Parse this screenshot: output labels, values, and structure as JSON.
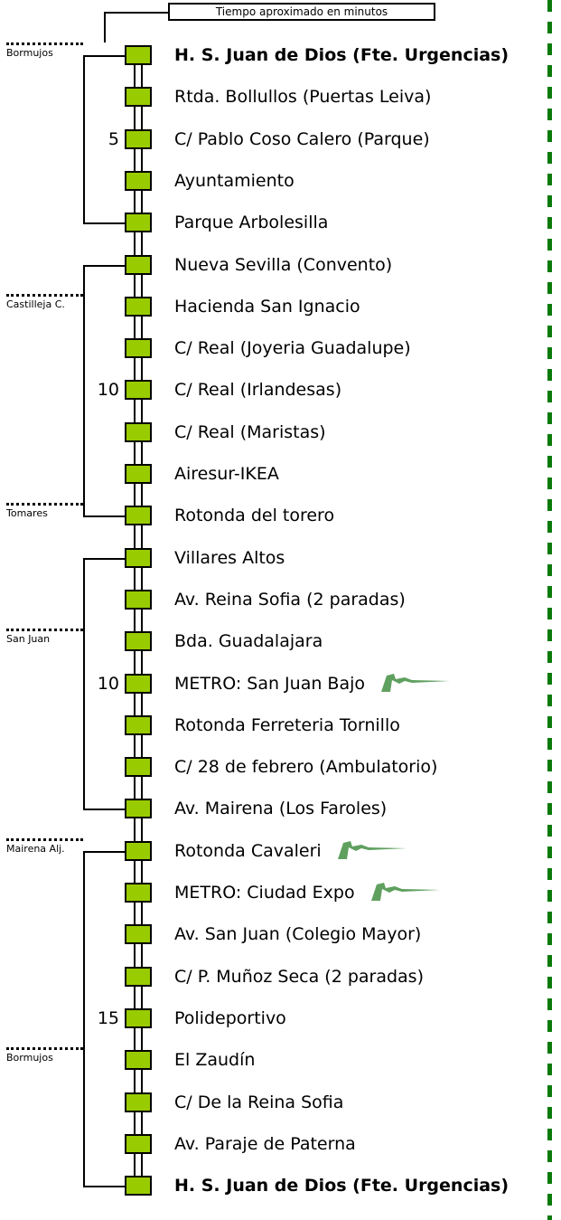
{
  "legend": {
    "text": "Tiempo aproximado en minutos"
  },
  "stops": [
    {
      "label": "H. S. Juan de Dios (Fte. Urgencias)",
      "bold": true,
      "metro": false
    },
    {
      "label": "Rtda. Bollullos (Puertas Leiva)",
      "bold": false,
      "metro": false
    },
    {
      "label": "C/ Pablo Coso Calero (Parque)",
      "bold": false,
      "metro": false
    },
    {
      "label": "Ayuntamiento",
      "bold": false,
      "metro": false
    },
    {
      "label": "Parque Arbolesilla",
      "bold": false,
      "metro": false
    },
    {
      "label": "Nueva Sevilla (Convento)",
      "bold": false,
      "metro": false
    },
    {
      "label": "Hacienda San Ignacio",
      "bold": false,
      "metro": false
    },
    {
      "label": "C/ Real (Joyeria Guadalupe)",
      "bold": false,
      "metro": false
    },
    {
      "label": "C/ Real (Irlandesas)",
      "bold": false,
      "metro": false
    },
    {
      "label": "C/ Real (Maristas)",
      "bold": false,
      "metro": false
    },
    {
      "label": "Airesur-IKEA",
      "bold": false,
      "metro": false
    },
    {
      "label": "Rotonda del torero",
      "bold": false,
      "metro": false
    },
    {
      "label": "Villares Altos",
      "bold": false,
      "metro": false
    },
    {
      "label": "Av. Reina Sofia (2 paradas)",
      "bold": false,
      "metro": false
    },
    {
      "label": "Bda. Guadalajara",
      "bold": false,
      "metro": false
    },
    {
      "label": "METRO: San Juan Bajo",
      "bold": false,
      "metro": true
    },
    {
      "label": "Rotonda Ferreteria Tornillo",
      "bold": false,
      "metro": false
    },
    {
      "label": "C/ 28 de febrero (Ambulatorio)",
      "bold": false,
      "metro": false
    },
    {
      "label": "Av. Mairena (Los Faroles)",
      "bold": false,
      "metro": false
    },
    {
      "label": "Rotonda Cavaleri",
      "bold": false,
      "metro": true
    },
    {
      "label": "METRO: Ciudad Expo",
      "bold": false,
      "metro": true
    },
    {
      "label": "Av. San Juan (Colegio Mayor)",
      "bold": false,
      "metro": false
    },
    {
      "label": "C/ P. Muñoz Seca (2 paradas)",
      "bold": false,
      "metro": false
    },
    {
      "label": "Polideportivo",
      "bold": false,
      "metro": false
    },
    {
      "label": "El Zaudín",
      "bold": false,
      "metro": false
    },
    {
      "label": "C/ De la Reina Sofia",
      "bold": false,
      "metro": false
    },
    {
      "label": "Av. Paraje de Paterna",
      "bold": false,
      "metro": false
    },
    {
      "label": "H. S. Juan de Dios (Fte. Urgencias)",
      "bold": true,
      "metro": false
    }
  ],
  "segments": [
    {
      "minutes": "5",
      "from": 0,
      "to": 4
    },
    {
      "minutes": "10",
      "from": 5,
      "to": 11
    },
    {
      "minutes": "10",
      "from": 12,
      "to": 18
    },
    {
      "minutes": "15",
      "from": 19,
      "to": 27
    }
  ],
  "towns": [
    {
      "name": "Bormujos",
      "at": 0
    },
    {
      "name": "Castilleja C.",
      "at": 6
    },
    {
      "name": "Tomares",
      "at": 11
    },
    {
      "name": "San Juan",
      "at": 14
    },
    {
      "name": "Mairena Alj.",
      "at": 19
    },
    {
      "name": "Bormujos",
      "at": 24
    }
  ],
  "colors": {
    "stop_fill": "#99cc00",
    "metro_icon": "#5fa05f",
    "dashed_line": "#0a7a0a"
  }
}
